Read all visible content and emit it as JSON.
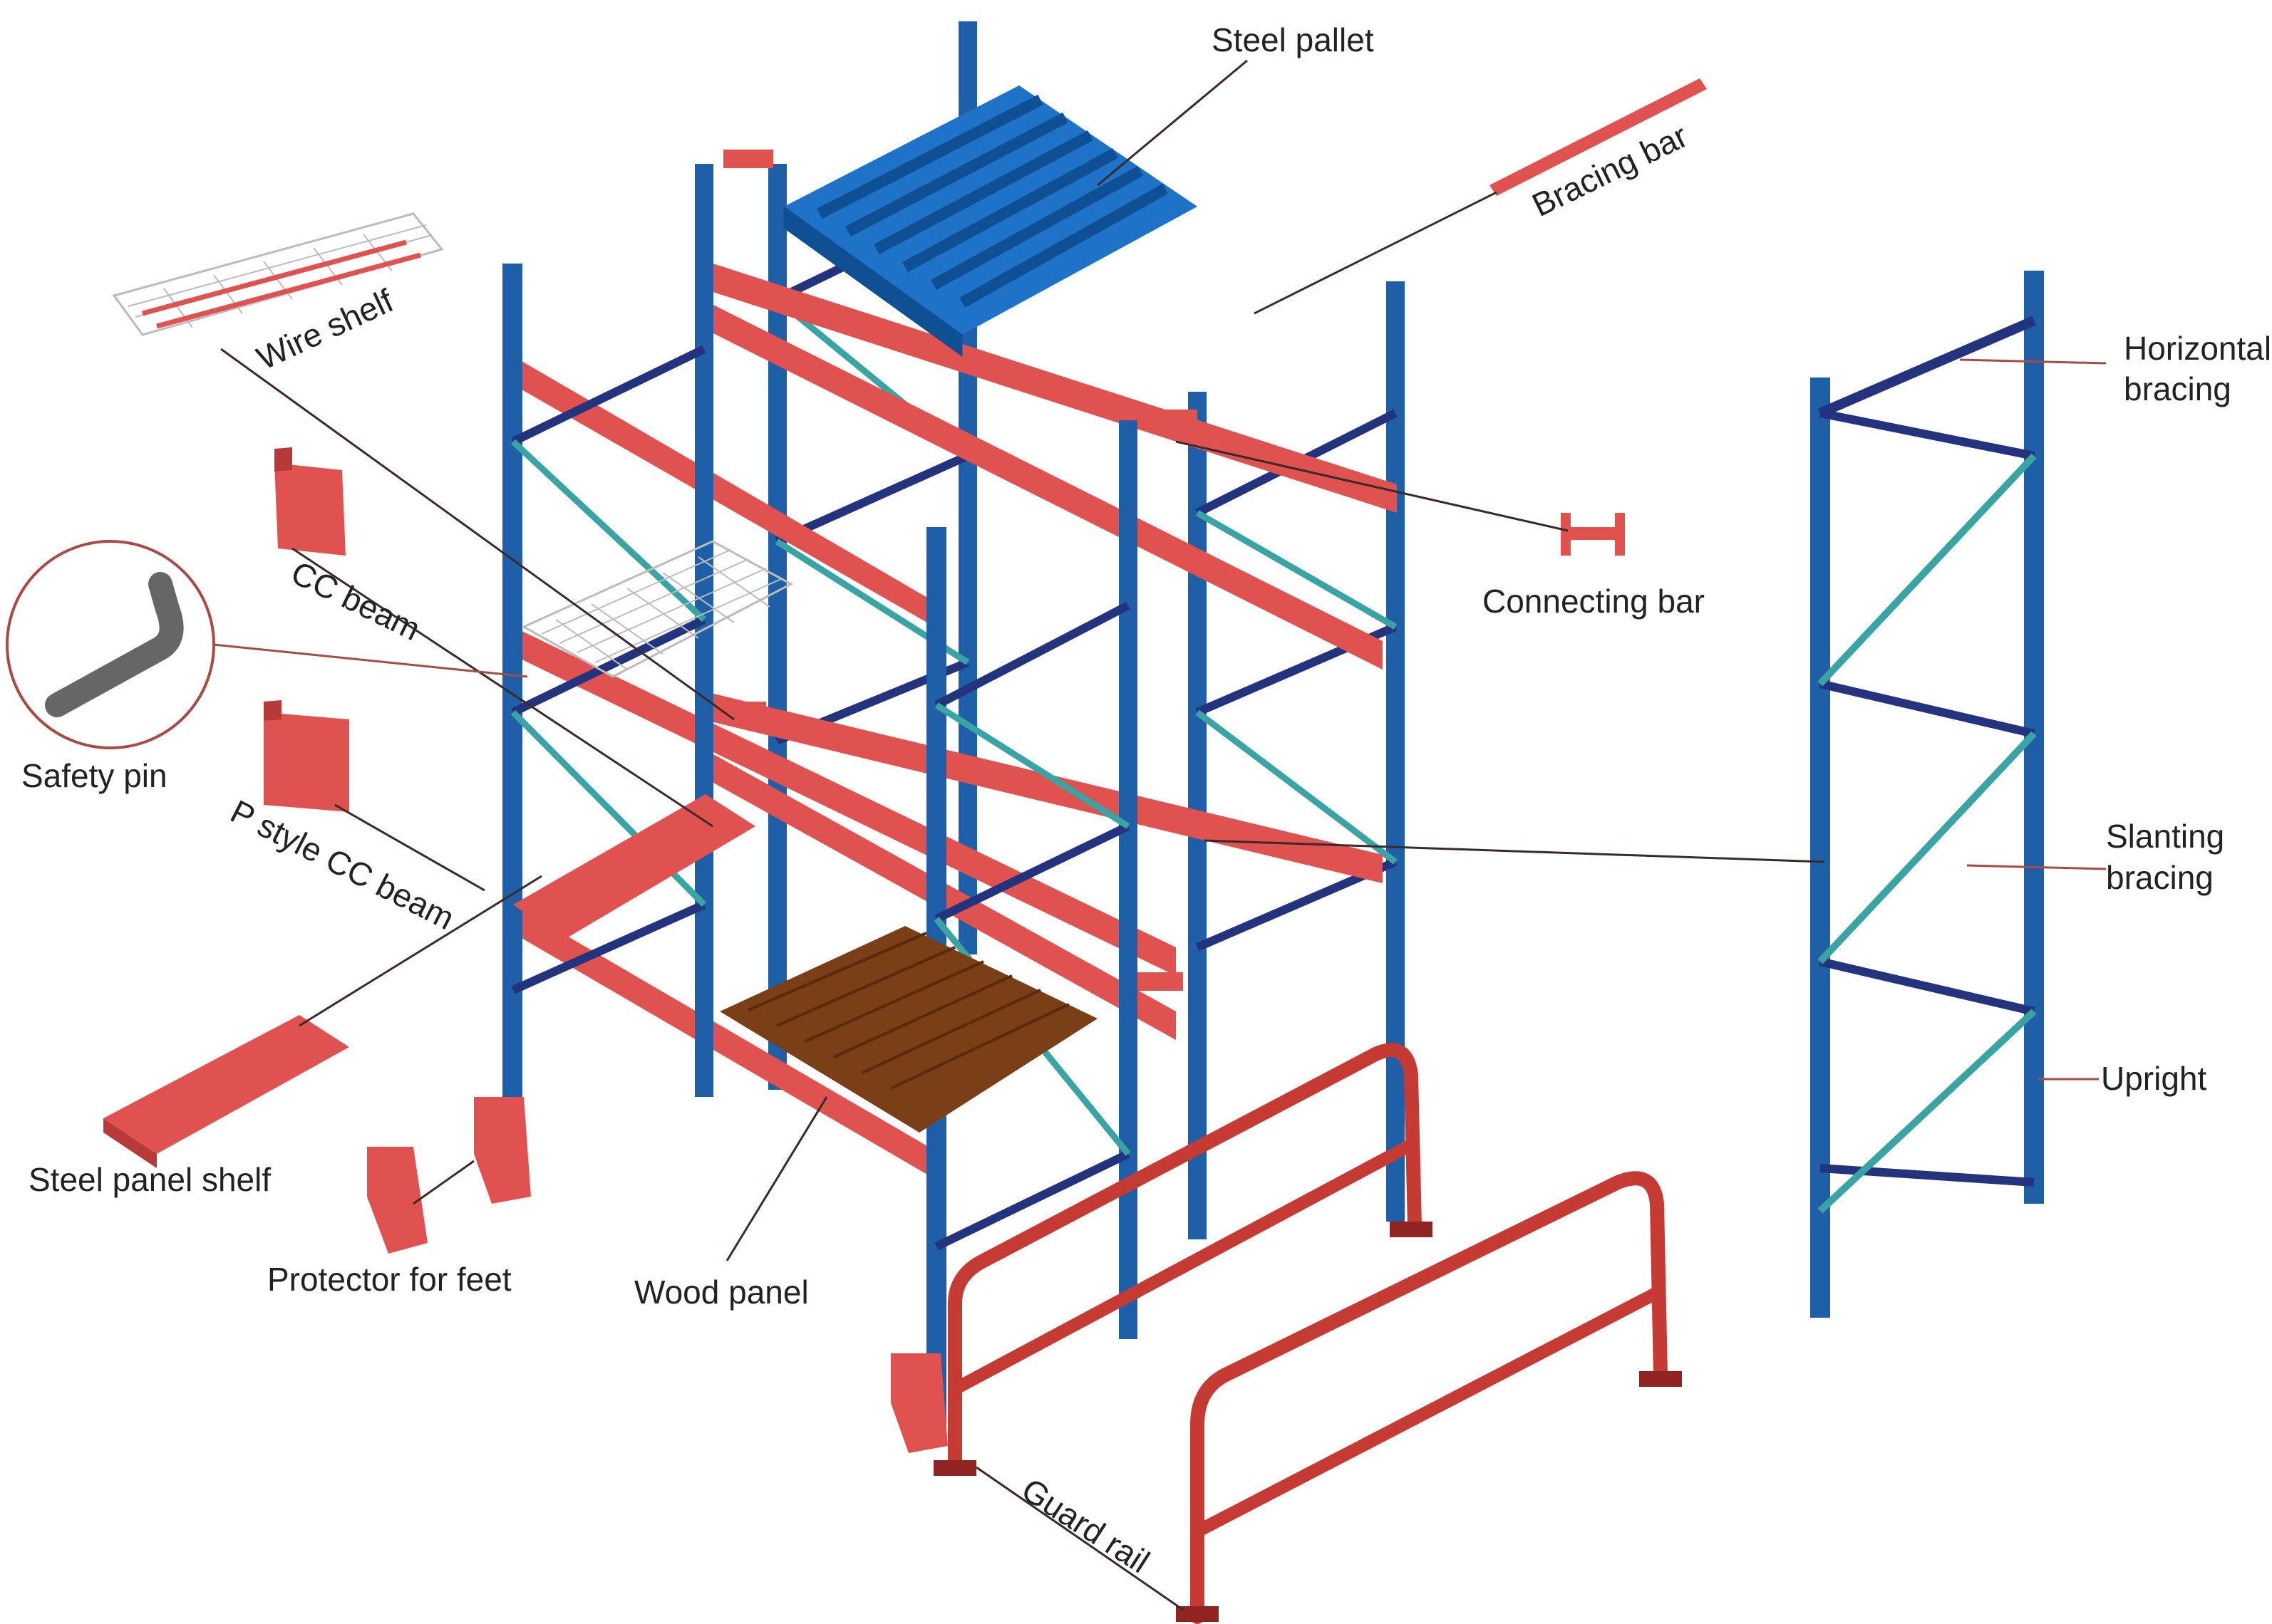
{
  "colors": {
    "upright": "#1f5fa8",
    "upright_dark": "#173f7a",
    "horizontal_bracing": "#23337e",
    "slanting_bracing": "#3aa3a3",
    "beam": "#e0524f",
    "beam_dark": "#b83a38",
    "pallet": "#1e73c8",
    "pallet_dark": "#0f4f93",
    "wood": "#7a3f17",
    "wood_dark": "#5a2a0c",
    "rail": "#c53a33",
    "rail_dark": "#8f2420",
    "wire": "#bcbcbc",
    "pin": "#666666",
    "leader": "#3a2a28",
    "leader_red": "#a84b45",
    "text": "#222222"
  },
  "labels": {
    "steel_pallet": "Steel pallet",
    "bracing_bar": "Bracing bar",
    "wire_shelf": "Wire shelf",
    "horizontal_bracing_1": "Horizontal",
    "horizontal_bracing_2": "bracing",
    "cc_beam": "CC beam",
    "connecting_bar": "Connecting bar",
    "safety_pin": "Safety pin",
    "p_style_cc_beam": "P style CC beam",
    "slanting_bracing_1": "Slanting",
    "slanting_bracing_2": "bracing",
    "upright": "Upright",
    "steel_panel_shelf": "Steel panel shelf",
    "protector_for_feet": "Protector for feet",
    "wood_panel": "Wood panel",
    "guard_rail": "Guard rail"
  }
}
